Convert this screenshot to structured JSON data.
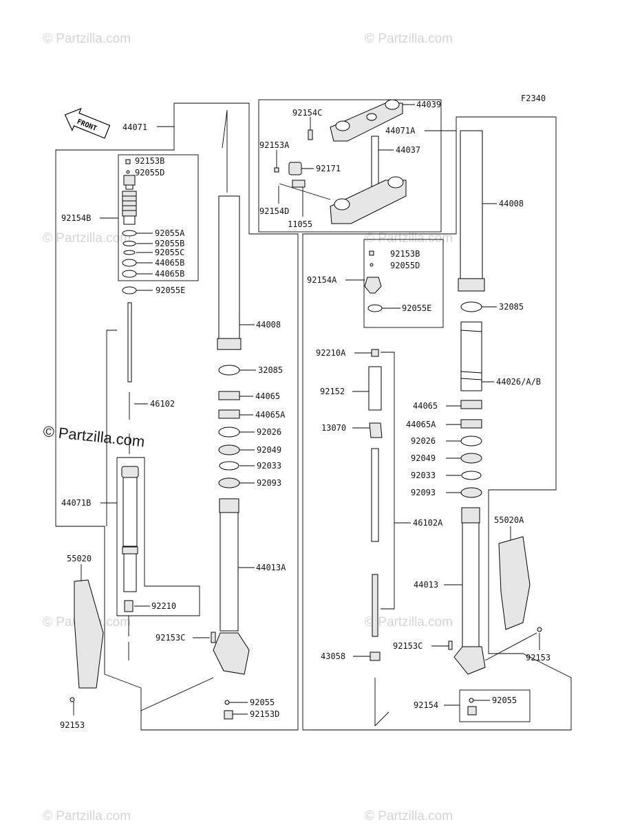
{
  "diagram": {
    "figure_code": "F2340",
    "front_label": "FRONT",
    "watermark": "© Partzilla.com"
  },
  "parts": {
    "p44071": "44071",
    "p92153B_l": "92153B",
    "p92055D_l": "92055D",
    "p92154B": "92154B",
    "p92055A": "92055A",
    "p92055B": "92055B",
    "p92055C": "92055C",
    "p44065B_1": "44065B",
    "p44065B_2": "44065B",
    "p92055E_l": "92055E",
    "p46102": "46102",
    "p44071B": "44071B",
    "p55020": "55020",
    "p92210": "92210",
    "p92153_l": "92153",
    "p44008_l": "44008",
    "p32085_l": "32085",
    "p44065_l": "44065",
    "p44065A_l": "44065A",
    "p92026_l": "92026",
    "p92049_l": "92049",
    "p92033_l": "92033",
    "p92093_l": "92093",
    "p44013A": "44013A",
    "p92153C_l": "92153C",
    "p92055_l": "92055",
    "p92153D": "92153D",
    "p92154C": "92154C",
    "p44039": "44039",
    "p44071A": "44071A",
    "p92153A": "92153A",
    "p92171": "92171",
    "p44037": "44037",
    "p92154D": "92154D",
    "p11055": "11055",
    "p92153B_r": "92153B",
    "p92055D_r": "92055D",
    "p92154A": "92154A",
    "p92055E_r": "92055E",
    "p92210A": "92210A",
    "p92152": "92152",
    "p13070": "13070",
    "p46102A": "46102A",
    "p43058": "43058",
    "p44008_r": "44008",
    "p32085_r": "32085",
    "p44026": "44026/A/B",
    "p44065_r": "44065",
    "p44065A_r": "44065A",
    "p92026_r": "92026",
    "p92049_r": "92049",
    "p92033_r": "92033",
    "p92093_r": "92093",
    "p55020A": "55020A",
    "p44013": "44013",
    "p92153C_r": "92153C",
    "p92153_r": "92153",
    "p92154": "92154",
    "p92055_r": "92055"
  }
}
